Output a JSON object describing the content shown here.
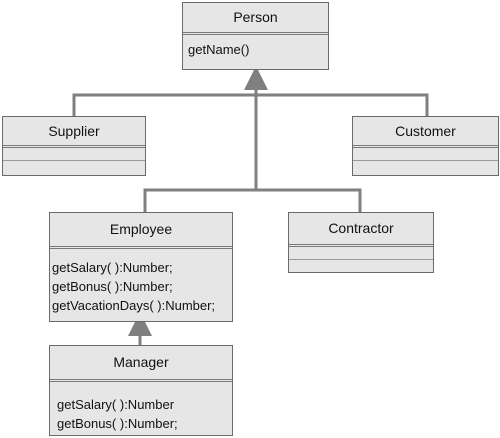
{
  "classes": {
    "person": {
      "name": "Person",
      "operations": [
        "getName()"
      ]
    },
    "supplier": {
      "name": "Supplier",
      "operations": []
    },
    "customer": {
      "name": "Customer",
      "operations": []
    },
    "employee": {
      "name": "Employee",
      "operations": [
        "getSalary( ):Number;",
        "getBonus( ):Number;",
        "getVacationDays( ):Number;"
      ]
    },
    "contractor": {
      "name": "Contractor",
      "operations": []
    },
    "manager": {
      "name": "Manager",
      "operations": [
        "getSalary( ):Number",
        "getBonus( ):Number;"
      ]
    }
  },
  "relations": [
    {
      "type": "generalization",
      "from": "Supplier",
      "to": "Person"
    },
    {
      "type": "generalization",
      "from": "Customer",
      "to": "Person"
    },
    {
      "type": "generalization",
      "from": "Employee",
      "to": "Person"
    },
    {
      "type": "generalization",
      "from": "Contractor",
      "to": "Person"
    },
    {
      "type": "generalization",
      "from": "Manager",
      "to": "Employee"
    }
  ],
  "colors": {
    "box_fill": "#e6e6e6",
    "box_border": "#6b6b6b",
    "connector": "#7f7f7f"
  }
}
